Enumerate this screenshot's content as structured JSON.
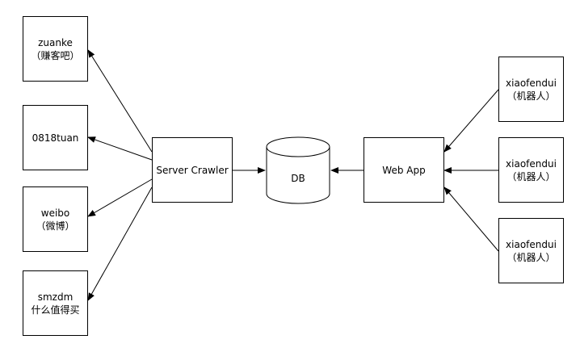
{
  "sources": [
    {
      "name": "zuanke",
      "sub": "（赚客吧）"
    },
    {
      "name": "0818tuan",
      "sub": ""
    },
    {
      "name": "weibo",
      "sub": "（微博）"
    },
    {
      "name": "smzdm",
      "sub": "什么值得买"
    }
  ],
  "crawler": "Server Crawler",
  "db": "DB",
  "webapp": "Web App",
  "bots": [
    {
      "name": "xiaofendui",
      "sub": "（机器人）"
    },
    {
      "name": "xiaofendui",
      "sub": "（机器人）"
    },
    {
      "name": "xiaofendui",
      "sub": "（机器人）"
    }
  ]
}
